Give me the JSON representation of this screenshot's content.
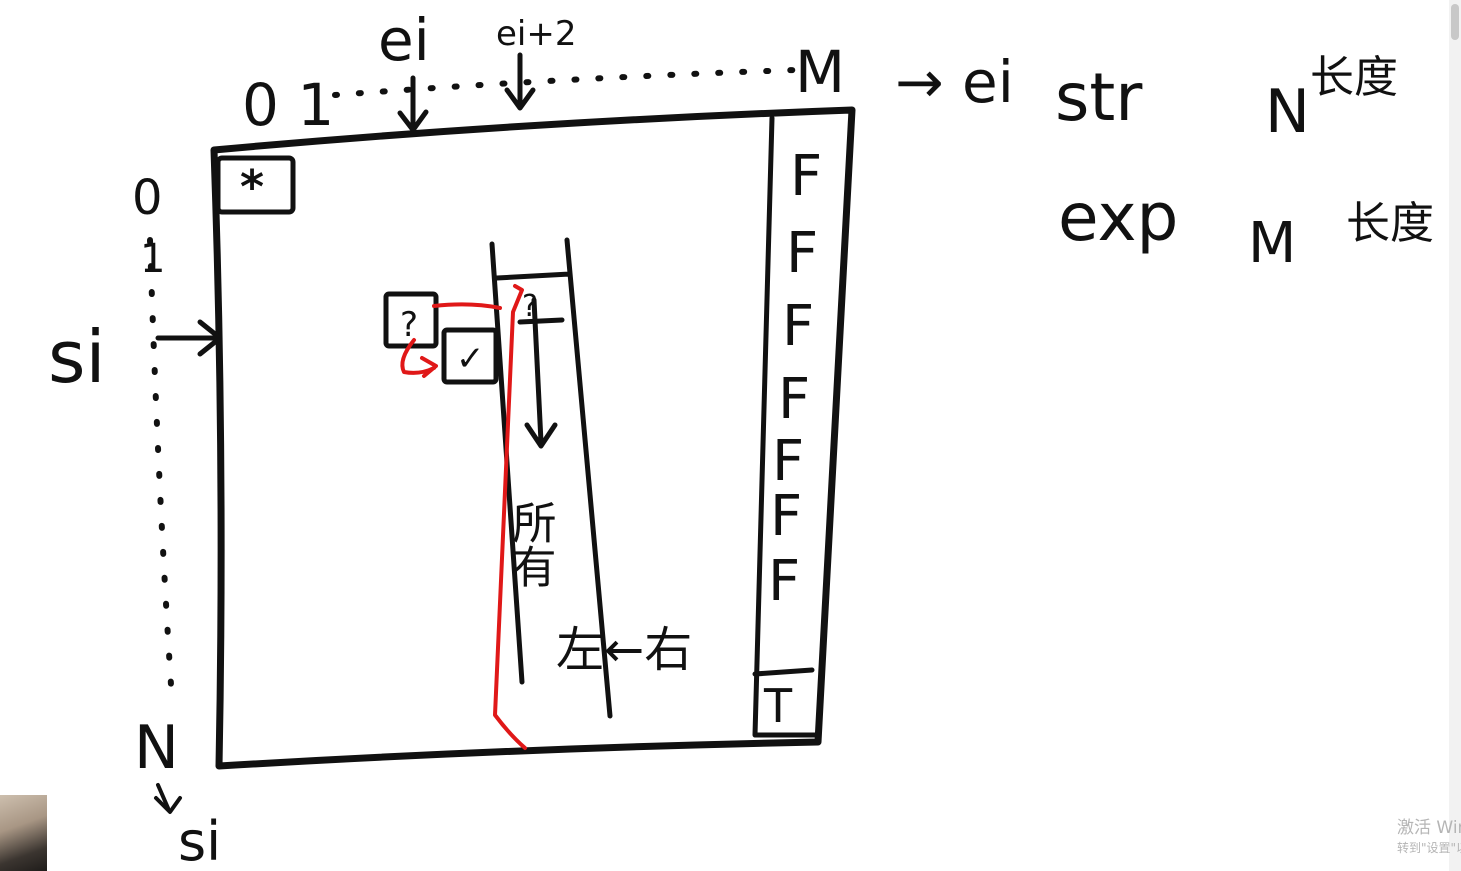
{
  "diagram": {
    "top_labels": {
      "ei": "ei",
      "ei2": "ei+2",
      "origin_cols": "0 1",
      "M": "M"
    },
    "right_notes": {
      "line1_expr": "→ ei",
      "line1_str": "str",
      "line1_N": "N",
      "line1_len": "长度",
      "line2_exp": "exp",
      "line2_M": "M",
      "line2_len": "长度"
    },
    "left_labels": {
      "zero": "0",
      "one": "1",
      "si": "si",
      "N": "N",
      "si_bottom": "si"
    },
    "cells": {
      "top_left": "*",
      "probe_q": "?",
      "probe_check": "✓"
    },
    "last_column": [
      "F",
      "F",
      "F",
      "F",
      "F",
      "F",
      "F",
      "T"
    ],
    "column_notes": {
      "all": "所有",
      "direction": "左←右"
    }
  },
  "watermark": {
    "line1": "激活 Windows",
    "line2": "转到\"设置\"以激活 Windows。"
  }
}
